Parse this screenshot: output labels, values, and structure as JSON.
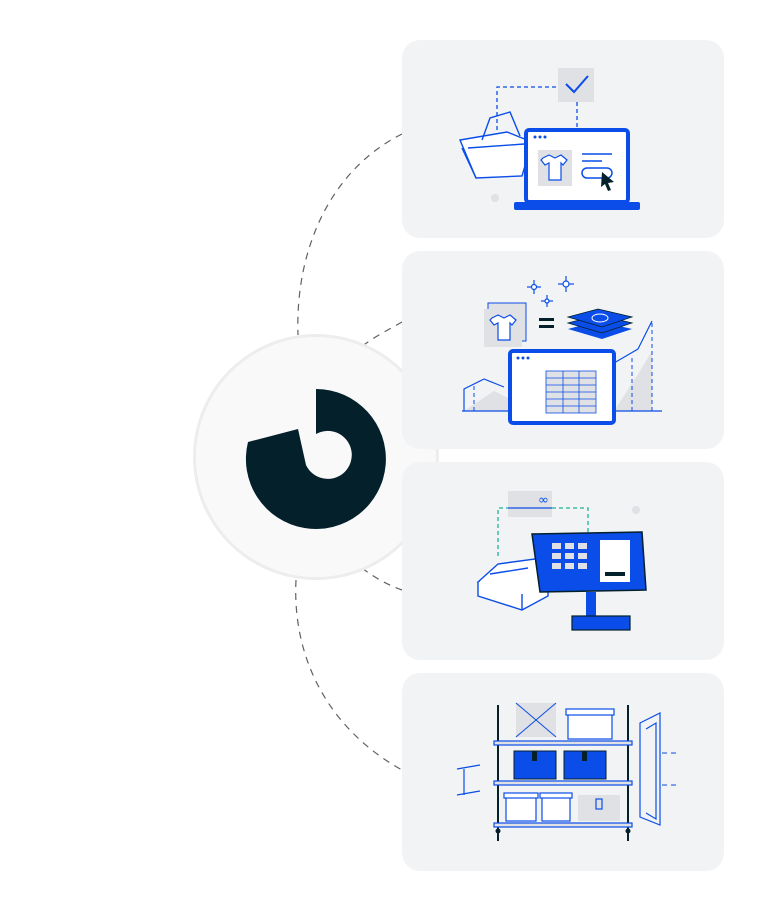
{
  "brand": {
    "logo_icon": "brand-ring-logo",
    "colors": {
      "logo": "#04202b",
      "accent": "#0a4de8",
      "card_bg": "#f2f3f5",
      "line": "#5e6167",
      "teal": "#1db59a"
    }
  },
  "cards": [
    {
      "icon": "online-store-illustration"
    },
    {
      "icon": "inventory-pricing-illustration"
    },
    {
      "icon": "point-of-sale-illustration"
    },
    {
      "icon": "warehouse-shelving-illustration"
    }
  ],
  "card_texts": {
    "payment_card_symbol": "∞"
  }
}
